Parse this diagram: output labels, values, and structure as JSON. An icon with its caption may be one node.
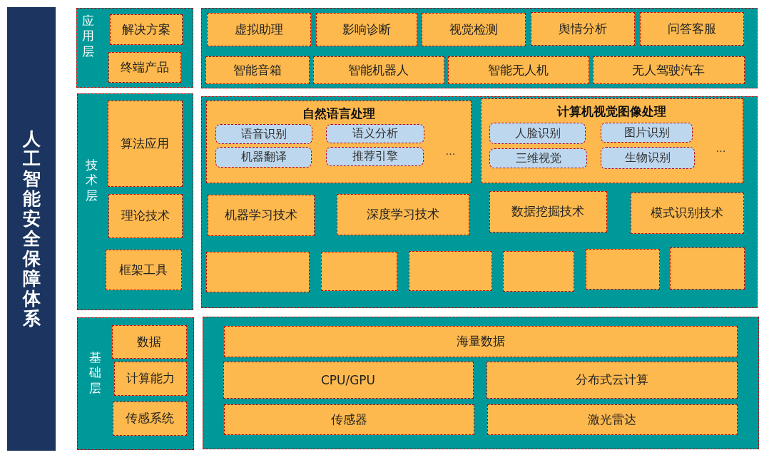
{
  "diagram": {
    "nodes": [
      {
        "text": [
          "人工智能安全保障体系"
        ]
      },
      {
        "text": [
          "应用层"
        ]
      },
      {
        "text": [
          "解决方案"
        ],
        "in": 1
      },
      {
        "text": [
          "终端产品"
        ],
        "in": 1
      },
      {
        "text": [],
        "shape": "box"
      },
      {
        "text": [
          "虚拟助理"
        ],
        "in": 4
      },
      {
        "text": [
          "影响诊断"
        ],
        "in": 4
      },
      {
        "text": [
          "视觉检测"
        ],
        "in": 4
      },
      {
        "text": [
          "舆情分析"
        ],
        "in": 4
      },
      {
        "text": [
          "问答客服"
        ],
        "in": 4
      },
      {
        "text": [
          "智能音箱"
        ],
        "in": 4
      },
      {
        "text": [
          "智能机器人"
        ],
        "in": 4
      },
      {
        "text": [
          "智能无人机"
        ],
        "in": 4
      },
      {
        "text": [
          "无人驾驶汽车"
        ],
        "in": 4
      },
      {
        "text": [
          "技术层"
        ]
      },
      {
        "text": [
          "算法应用"
        ],
        "in": 14
      },
      {
        "text": [
          "理论技术"
        ],
        "in": 14
      },
      {
        "text": [
          "框架工具"
        ],
        "in": 14
      },
      {
        "text": [],
        "shape": "box"
      },
      {
        "text": [
          "自然语言处理",
          "…"
        ],
        "in": 18
      },
      {
        "text": [
          "语音识别"
        ],
        "in": 19
      },
      {
        "text": [
          "语义分析"
        ],
        "in": 19
      },
      {
        "text": [
          "机器翻译"
        ],
        "in": 19
      },
      {
        "text": [
          "推荐引擎"
        ],
        "in": 19
      },
      {
        "text": [
          "计算机视觉图像处理",
          "…"
        ],
        "in": 18
      },
      {
        "text": [
          "人脸识别"
        ],
        "in": 24
      },
      {
        "text": [
          "图片识别"
        ],
        "in": 24
      },
      {
        "text": [
          "三维视觉"
        ],
        "in": 24
      },
      {
        "text": [
          "生物识别"
        ],
        "in": 24
      },
      {
        "text": [
          "机器学习技术"
        ],
        "in": 18
      },
      {
        "text": [
          "深度学习技术"
        ],
        "in": 18
      },
      {
        "text": [
          "数据挖掘技术"
        ],
        "in": 18
      },
      {
        "text": [
          "模式识别技术"
        ],
        "in": 18
      },
      {
        "text": [],
        "shape": "box",
        "in": 18
      },
      {
        "text": [],
        "shape": "box",
        "in": 18
      },
      {
        "text": [],
        "shape": "box",
        "in": 18
      },
      {
        "text": [],
        "shape": "box",
        "in": 18
      },
      {
        "text": [],
        "shape": "box",
        "in": 18
      },
      {
        "text": [],
        "shape": "box",
        "in": 18
      },
      {
        "text": [
          "基础层"
        ]
      },
      {
        "text": [
          "数据"
        ],
        "in": 39
      },
      {
        "text": [
          "计算能力"
        ],
        "in": 39
      },
      {
        "text": [
          "传感系统"
        ],
        "in": 39
      },
      {
        "text": [],
        "shape": "box"
      },
      {
        "text": [
          "海量数据"
        ],
        "in": 43
      },
      {
        "text": [
          "CPU/GPU"
        ],
        "in": 43
      },
      {
        "text": [
          "分布式云计算"
        ],
        "in": 43
      },
      {
        "text": [
          "传感器"
        ],
        "in": 43
      },
      {
        "text": [
          "激光雷达"
        ],
        "in": 43
      }
    ]
  }
}
